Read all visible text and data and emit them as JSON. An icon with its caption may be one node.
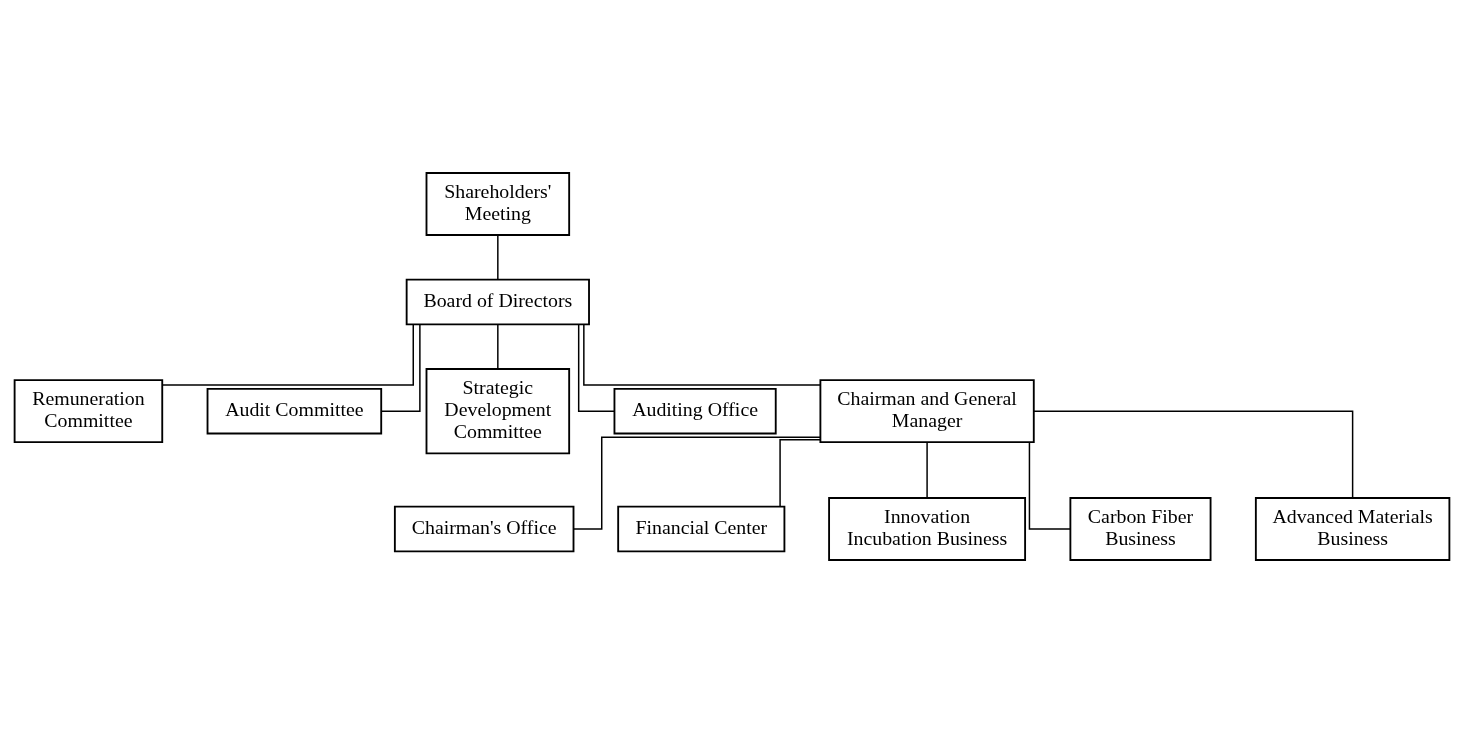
{
  "diagram": {
    "nodes": [
      {
        "text": [
          "Shareholders' Meeting"
        ]
      },
      {
        "text": [
          "Board of Directors"
        ]
      },
      {
        "text": [
          "Remuneration Committee"
        ]
      },
      {
        "text": [
          "Audit Committee"
        ]
      },
      {
        "text": [
          "Strategic Development Committee"
        ]
      },
      {
        "text": [
          "Auditing Office"
        ]
      },
      {
        "text": [
          "Chairman and General Manager"
        ]
      },
      {
        "text": [
          "Chairman's Office"
        ]
      },
      {
        "text": [
          "Financial Center"
        ]
      },
      {
        "text": [
          "Innovation Incubation Business"
        ]
      },
      {
        "text": [
          "Carbon Fiber Business"
        ]
      },
      {
        "text": [
          "Advanced Materials Business"
        ]
      }
    ],
    "edges": [
      {
        "from": 0,
        "to": 1,
        "arrow": "none"
      },
      {
        "from": 1,
        "to": 6,
        "arrow": "none"
      },
      {
        "from": 1,
        "to": 2,
        "arrow": "none"
      },
      {
        "from": 1,
        "to": 3,
        "arrow": "none"
      },
      {
        "from": 1,
        "to": 4,
        "arrow": "none"
      },
      {
        "from": 1,
        "to": 5,
        "arrow": "none"
      },
      {
        "from": 6,
        "to": 7,
        "arrow": "none"
      },
      {
        "from": 6,
        "to": 8,
        "arrow": "none"
      },
      {
        "from": 6,
        "to": 9,
        "arrow": "none"
      },
      {
        "from": 6,
        "to": 10,
        "arrow": "none"
      },
      {
        "from": 6,
        "to": 11,
        "arrow": "none"
      }
    ]
  }
}
